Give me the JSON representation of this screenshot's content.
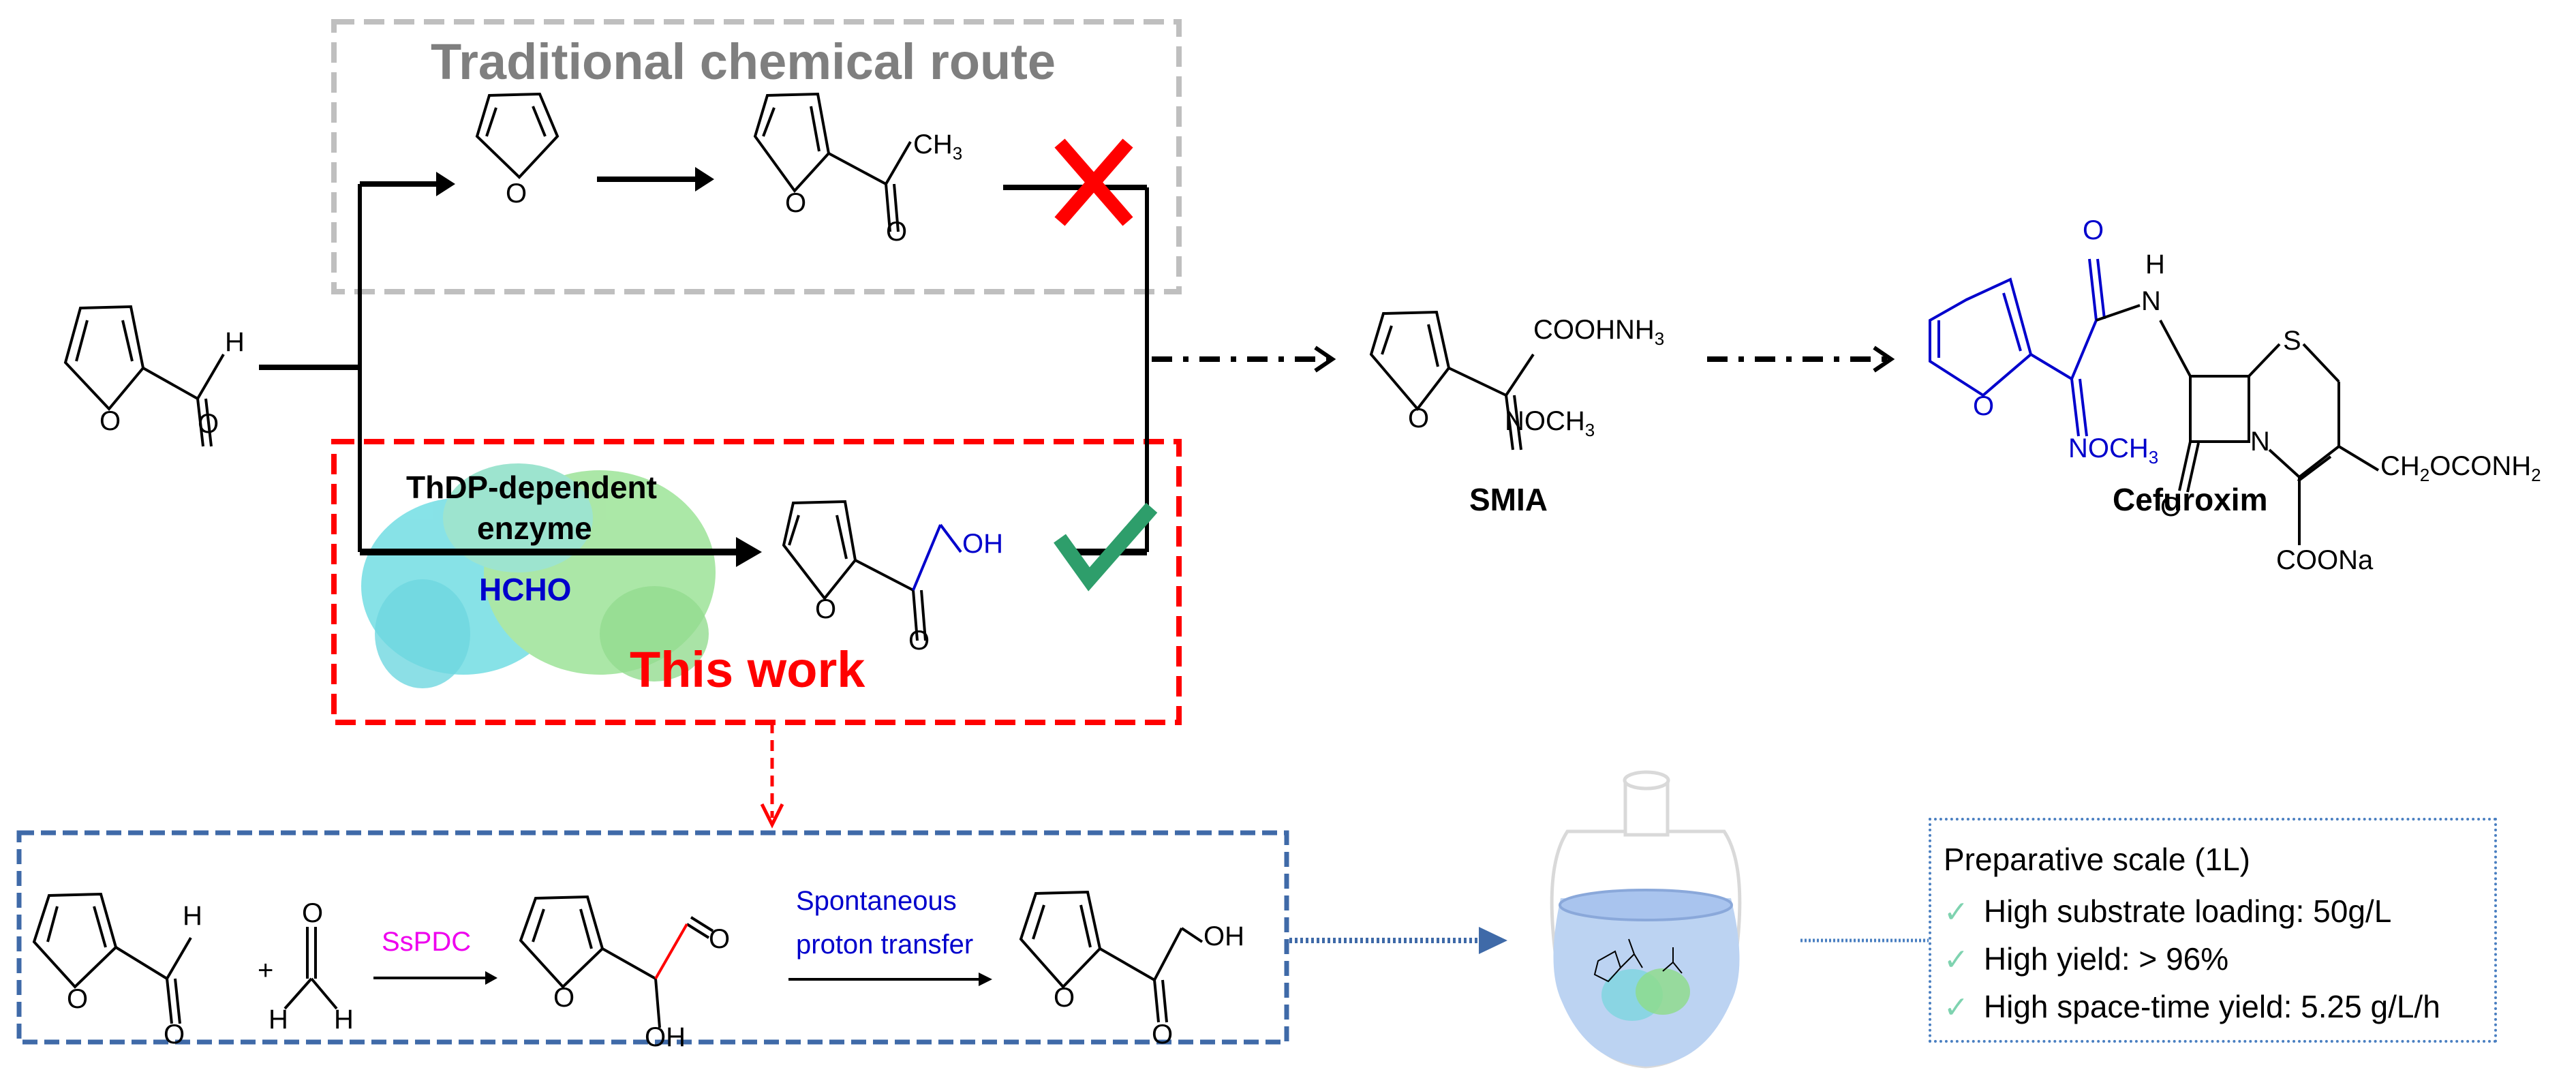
{
  "traditional_route": {
    "title": "Traditional chemical route",
    "ketone_substituent": "CH3",
    "status_icon": "cross-mark"
  },
  "this_work": {
    "title": "This work",
    "enzyme_label_line1": "ThDP-dependent",
    "enzyme_label_line2": "enzyme",
    "cosubstrate": "HCHO",
    "product_substituent": "OH",
    "status_icon": "check-mark"
  },
  "starting_material": {
    "aldehyde_h": "H",
    "carbonyl_o": "O",
    "ring_o": "O"
  },
  "smia": {
    "label": "SMIA",
    "group_top": "COOHNH3",
    "group_bottom": "NOCH3"
  },
  "cefuroxim": {
    "label": "Cefuroxim",
    "side_chain": "NOCH3",
    "amide_o": "O",
    "amide_nh": "N",
    "amide_h": "H",
    "ring_s": "S",
    "ring_n": "N",
    "lactam_o": "O",
    "ester_group": "CH2OCONH2",
    "salt_group": "COONa"
  },
  "mechanism": {
    "plus": "+",
    "formaldehyde_o": "O",
    "formaldehyde_h": "H",
    "enzyme": "SsPDC",
    "intermediate_oh": "OH",
    "intermediate_o": "O",
    "step2_line1": "Spontaneous",
    "step2_line2": "proton transfer",
    "product_oh": "OH",
    "product_o": "O"
  },
  "preparative": {
    "title": "Preparative scale (1L)",
    "items": [
      "High substrate loading: 50g/L",
      "High yield:  > 96%",
      "High space-time yield: 5.25 g/L/h"
    ],
    "check_glyph": "✓"
  },
  "colors": {
    "traditional_box": "#bfbfbf",
    "this_work_box": "#ff0000",
    "mechanism_box": "#3f6aa8",
    "check_green": "#2e9e6b",
    "cross_red": "#ff0000",
    "highlight_blue": "#0000cc",
    "enzyme_magenta": "#ee00ee",
    "liquid_blue": "#bcd3f2"
  }
}
